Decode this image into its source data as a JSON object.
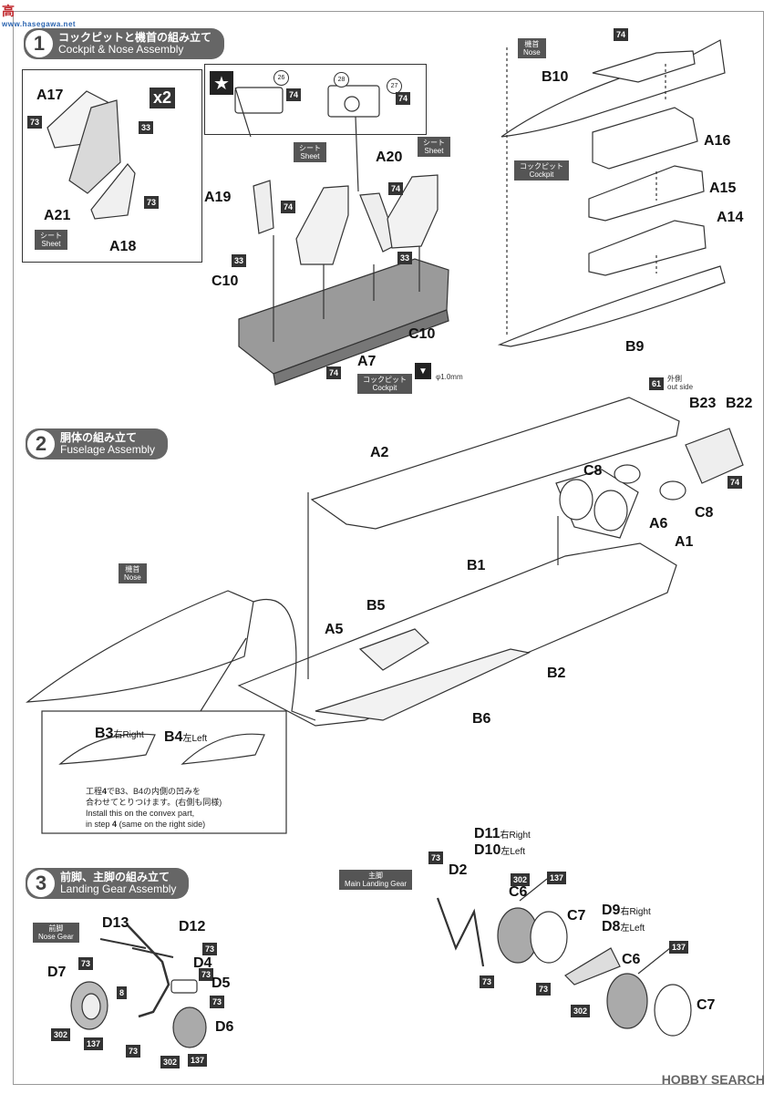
{
  "watermark": {
    "top": "高",
    "top_sub": "www.hasegawa.net",
    "bottom": "HOBBY SEARCH"
  },
  "steps": [
    {
      "num": "1",
      "jp": "コックピットと機首の組み立て",
      "en": "Cockpit & Nose Assembly"
    },
    {
      "num": "2",
      "jp": "胴体の組み立て",
      "en": "Fuselage Assembly"
    },
    {
      "num": "3",
      "jp": "前脚、主脚の組み立て",
      "en": "Landing Gear Assembly"
    }
  ],
  "tags": {
    "sheet_jp": "シート",
    "sheet_en": "Sheet",
    "cockpit_jp": "コックピット",
    "cockpit_en": "Cockpit",
    "nose_jp": "機首",
    "nose_en": "Nose",
    "nose_gear_jp": "前脚",
    "nose_gear_en": "Nose Gear",
    "main_gear_jp": "主脚",
    "main_gear_en": "Main Landing Gear"
  },
  "multiplier": "x2",
  "drill": "φ1.0mm",
  "outside_jp": "外側",
  "outside_en": "out side",
  "right_jp": "右",
  "right_en": "Right",
  "left_jp": "左",
  "left_en": "Left",
  "step2_note": {
    "jp1": "工程",
    "jp2": "でB3、B4の内側の凹みを",
    "jp3": "合わせてとりつけます。(右側も同様)",
    "en1": "Install this on the convex part,",
    "en2": "in step",
    "en3": "(same on the right side)",
    "step_ref": "4"
  },
  "parts": {
    "A1": "A1",
    "A2": "A2",
    "A5": "A5",
    "A6": "A6",
    "A7": "A7",
    "A14": "A14",
    "A15": "A15",
    "A16": "A16",
    "A17": "A17",
    "A18": "A18",
    "A19": "A19",
    "A20": "A20",
    "A21": "A21",
    "B1": "B1",
    "B2": "B2",
    "B3": "B3",
    "B4": "B4",
    "B5": "B5",
    "B6": "B6",
    "B9": "B9",
    "B10": "B10",
    "B22": "B22",
    "B23": "B23",
    "C6": "C6",
    "C7": "C7",
    "C8": "C8",
    "C10": "C10",
    "D2": "D2",
    "D4": "D4",
    "D5": "D5",
    "D6": "D6",
    "D7": "D7",
    "D8": "D8",
    "D9": "D9",
    "D10": "D10",
    "D11": "D11",
    "D12": "D12",
    "D13": "D13"
  },
  "colors": {
    "c8": "8",
    "c26": "26",
    "c27": "27",
    "c28": "28",
    "c33": "33",
    "c61": "61",
    "c73": "73",
    "c74": "74",
    "c137": "137",
    "c302": "302"
  }
}
